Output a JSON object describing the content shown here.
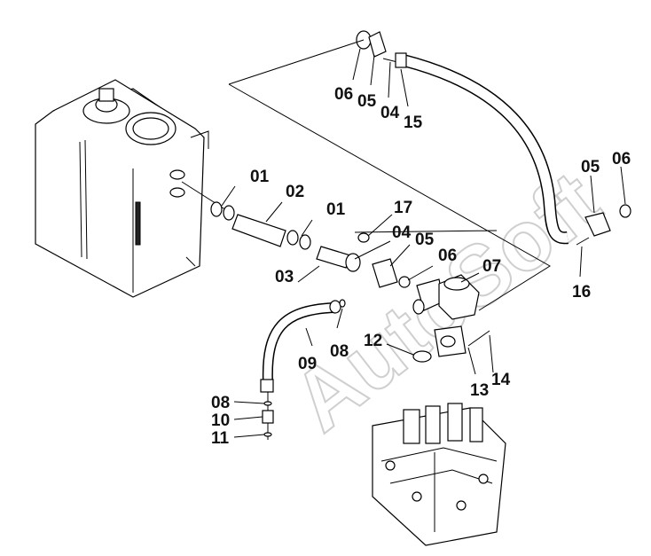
{
  "watermark": "AutoSoft",
  "callouts": [
    {
      "id": "c06a",
      "text": "06"
    },
    {
      "id": "c05a",
      "text": "05"
    },
    {
      "id": "c04a",
      "text": "04"
    },
    {
      "id": "c15",
      "text": "15"
    },
    {
      "id": "c05b",
      "text": "05"
    },
    {
      "id": "c06b",
      "text": "06"
    },
    {
      "id": "c16",
      "text": "16"
    },
    {
      "id": "c01a",
      "text": "01"
    },
    {
      "id": "c02",
      "text": "02"
    },
    {
      "id": "c01b",
      "text": "01"
    },
    {
      "id": "c17",
      "text": "17"
    },
    {
      "id": "c04b",
      "text": "04"
    },
    {
      "id": "c05c",
      "text": "05"
    },
    {
      "id": "c06c",
      "text": "06"
    },
    {
      "id": "c07",
      "text": "07"
    },
    {
      "id": "c03",
      "text": "03"
    },
    {
      "id": "c08a",
      "text": "08"
    },
    {
      "id": "c09",
      "text": "09"
    },
    {
      "id": "c12",
      "text": "12"
    },
    {
      "id": "c13",
      "text": "13"
    },
    {
      "id": "c14",
      "text": "14"
    },
    {
      "id": "c08b",
      "text": "08"
    },
    {
      "id": "c10",
      "text": "10"
    },
    {
      "id": "c11",
      "text": "11"
    }
  ]
}
